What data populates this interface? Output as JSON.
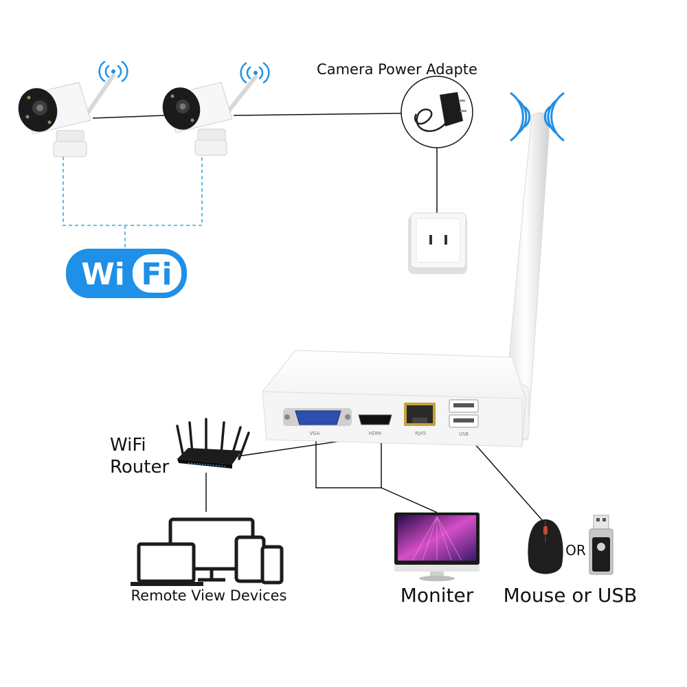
{
  "labels": {
    "power_adapter": "Camera Power Adapte",
    "wifi_router_line1": "WiFi",
    "wifi_router_line2": "Router",
    "remote_view": "Remote View Devices",
    "monitor": "Moniter",
    "mouse_or_usb": "Mouse or USB",
    "or": "OR",
    "wifi_badge_left": "Wi",
    "wifi_badge_right": "Fi"
  },
  "ports": {
    "vga": "VGA",
    "hdmi": "HDMI",
    "rj45": "RJ45",
    "usb": "USB"
  },
  "colors": {
    "wifi_blue": "#1e90e8",
    "dashed_link": "#3aa9e0",
    "device_white": "#f4f4f4",
    "cable": "#111111"
  },
  "icons": [
    "wifi-signal-icon",
    "wifi-badge-icon",
    "power-adapter-icon",
    "wall-socket-icon",
    "router-icon",
    "monitor-icon",
    "mouse-icon",
    "usb-drive-icon",
    "laptop-icon",
    "tablet-icon",
    "phone-icon"
  ]
}
